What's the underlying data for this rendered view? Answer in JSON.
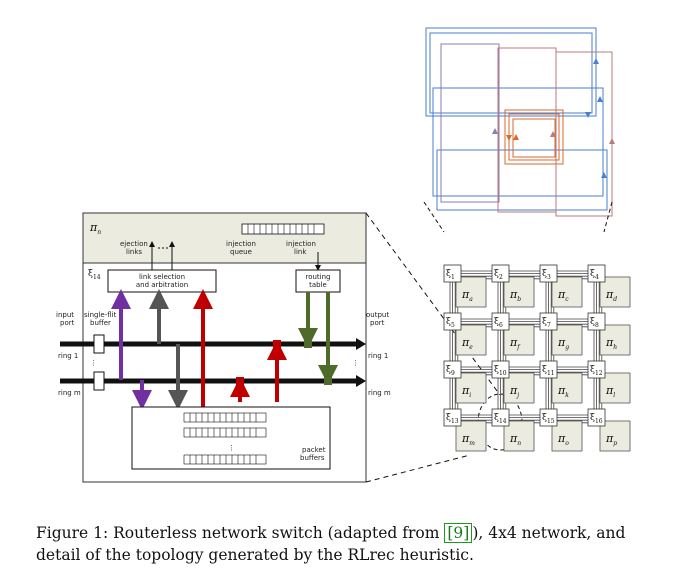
{
  "detail": {
    "pi_n": "π",
    "pi_n_sub": "n",
    "xi_14": "ξ",
    "xi_14_sub": "14",
    "ejection_links": [
      "ejection",
      "links"
    ],
    "injection_queue": [
      "injection",
      "queue"
    ],
    "injection_link": [
      "injection",
      "link"
    ],
    "link_selection": [
      "link selection",
      "and arbitration"
    ],
    "routing_table": [
      "routing",
      "table"
    ],
    "input_port": [
      "input",
      "port"
    ],
    "single_flit_buffer": [
      "single-flit",
      "buffer"
    ],
    "output_port": [
      "output",
      "port"
    ],
    "ring1_left": "ring 1",
    "ringm_left": "ring m",
    "ring1_right": "ring 1",
    "ringm_right": "ring m",
    "packet_buffers": [
      "packet",
      "buffers"
    ]
  },
  "grid": {
    "nodes": [
      {
        "xi": "ξ",
        "xs": "1",
        "pi": "π",
        "ps": "a"
      },
      {
        "xi": "ξ",
        "xs": "2",
        "pi": "π",
        "ps": "b"
      },
      {
        "xi": "ξ",
        "xs": "3",
        "pi": "π",
        "ps": "c"
      },
      {
        "xi": "ξ",
        "xs": "4",
        "pi": "π",
        "ps": "d"
      },
      {
        "xi": "ξ",
        "xs": "5",
        "pi": "π",
        "ps": "e"
      },
      {
        "xi": "ξ",
        "xs": "6",
        "pi": "π",
        "ps": "f"
      },
      {
        "xi": "ξ",
        "xs": "7",
        "pi": "π",
        "ps": "g"
      },
      {
        "xi": "ξ",
        "xs": "8",
        "pi": "π",
        "ps": "h"
      },
      {
        "xi": "ξ",
        "xs": "9",
        "pi": "π",
        "ps": "i"
      },
      {
        "xi": "ξ",
        "xs": "10",
        "pi": "π",
        "ps": "j"
      },
      {
        "xi": "ξ",
        "xs": "11",
        "pi": "π",
        "ps": "k"
      },
      {
        "xi": "ξ",
        "xs": "12",
        "pi": "π",
        "ps": "l"
      },
      {
        "xi": "ξ",
        "xs": "13",
        "pi": "π",
        "ps": "m"
      },
      {
        "xi": "ξ",
        "xs": "14",
        "pi": "π",
        "ps": "n"
      },
      {
        "xi": "ξ",
        "xs": "15",
        "pi": "π",
        "ps": "o"
      },
      {
        "xi": "ξ",
        "xs": "16",
        "pi": "π",
        "ps": "p"
      }
    ]
  },
  "colors": {
    "purple": "#7030a0",
    "gray": "#555555",
    "red": "#c00000",
    "green": "#4e6b2a",
    "blue": "#4a7fcf",
    "orange": "#d86a2a",
    "rose": "#b97a7a",
    "lavender": "#8e7bb0",
    "panel": "#ecebe0"
  },
  "caption": {
    "part1": "Figure 1: Routerless network switch (adapted from ",
    "cite": "[9]",
    "part2": "), 4x4 network, and detail of the topology generated by the RLrec heuristic."
  }
}
